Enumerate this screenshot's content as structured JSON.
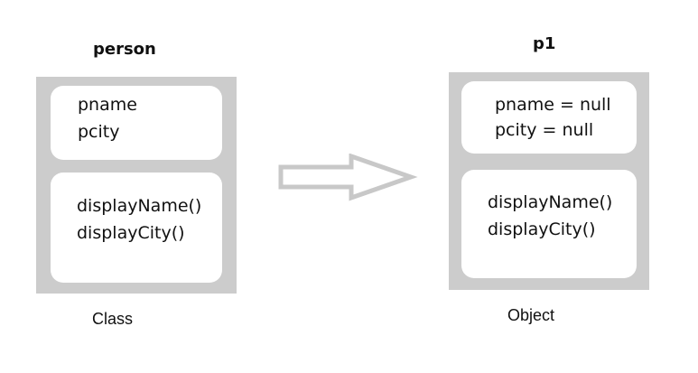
{
  "class_box": {
    "title": "person",
    "fields": [
      "pname",
      "pcity"
    ],
    "methods": [
      "displayName()",
      "displayCity()"
    ],
    "caption": "Class"
  },
  "object_box": {
    "title": "p1",
    "fields": [
      "pname = null",
      "pcity = null"
    ],
    "methods": [
      "displayName()",
      "displayCity()"
    ],
    "caption": "Object"
  },
  "colors": {
    "box_fill": "#cccccc",
    "panel_fill": "#ffffff",
    "arrow_stroke": "#c8c8c8",
    "text": "#111111"
  }
}
